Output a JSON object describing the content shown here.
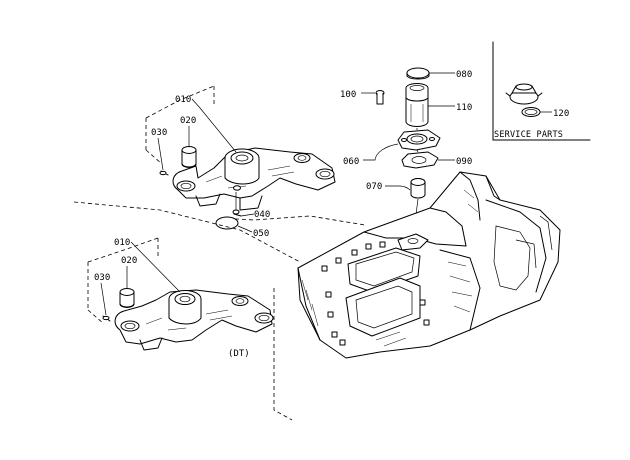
{
  "parts": {
    "p010_top": "010",
    "p020_top": "020",
    "p030_top": "030",
    "p040": "040",
    "p050": "050",
    "p060": "060",
    "p070": "070",
    "p080": "080",
    "p090": "090",
    "p100": "100",
    "p110": "110",
    "p120": "120",
    "p010_bottom": "010",
    "p020_bottom": "020",
    "p030_bottom": "030"
  },
  "service_parts_title": "SERVICE PARTS",
  "variant_label": "(DT)"
}
